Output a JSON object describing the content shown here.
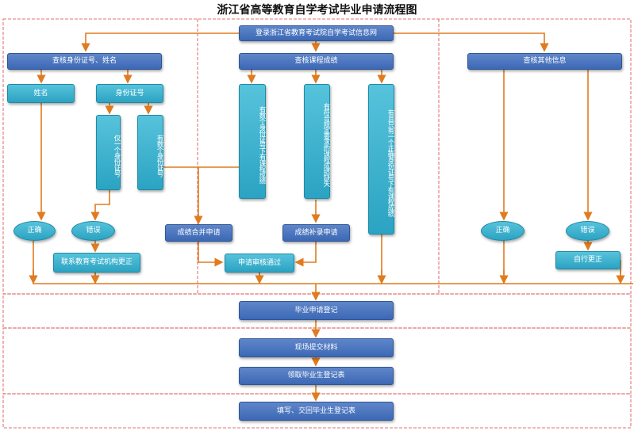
{
  "title": "浙江省高等教育自学考试毕业申请流程图",
  "nodes": {
    "login": "登录浙江省教育考试院自学考试信息网",
    "check_id_name": "查核身份证号、姓名",
    "check_score": "查核课程成绩",
    "check_other": "查核其他信息",
    "name": "姓名",
    "id_number": "身份证号",
    "missing_id": "仅一个身份证号",
    "multiple_id": "有数个身份证号",
    "multi_id_scores": "有数个身份证号下有课程成绩",
    "qualified_missing": "有符合规定要求的课程成绩缺失",
    "only_one_id_scores": "有且只有一个正确身份证号下有课程成绩",
    "correct_left": "正确",
    "error_left": "错误",
    "contact_exam_office": "联系教育考试机构更正",
    "merge_apply": "成绩合并申请",
    "supplement_apply": "成绩补录申请",
    "approved": "申请审核通过",
    "correct_right": "正确",
    "error_right": "错误",
    "self_correct": "自行更正",
    "grad_register": "毕业申请登记",
    "submit_materials": "现场提交材料",
    "get_form": "领取毕业生登记表",
    "fill_return": "填写、交回毕业生登记表"
  },
  "colors": {
    "arrow": "#e07b1f",
    "dashed_border": "#d64545",
    "blue_box": "#3c68b5",
    "teal_box": "#2ba3c2"
  }
}
